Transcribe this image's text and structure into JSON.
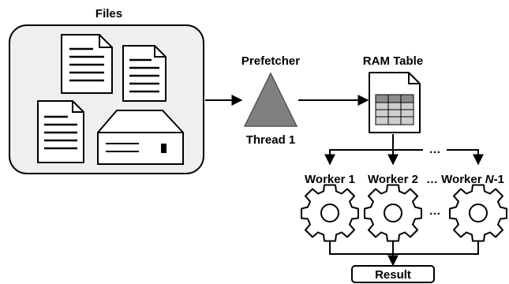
{
  "files": {
    "title": "Files"
  },
  "prefetcher": {
    "title": "Prefetcher",
    "subtitle": "Thread 1"
  },
  "ram_table": {
    "title": "RAM Table"
  },
  "workers": {
    "labels": [
      "Worker 1",
      "Worker 2",
      "… Worker "
    ],
    "last_label_italic": "N",
    "last_label_suffix": "-1",
    "top_ellipsis": "…",
    "mid_ellipsis": "…"
  },
  "result": {
    "label": "Result"
  },
  "colors": {
    "panel_fill": "#efefef",
    "triangle": "#808080",
    "table_header": "#8c8c8c",
    "table_cells": "#cfcfcf"
  }
}
